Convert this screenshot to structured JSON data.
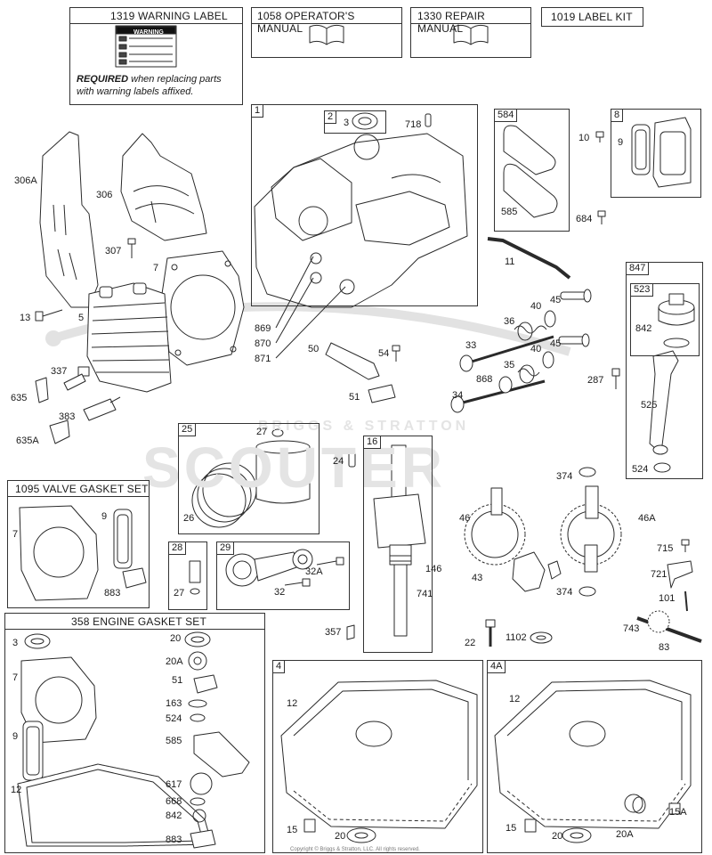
{
  "top_boxes": {
    "warning_label": "1319 WARNING LABEL",
    "operators_manual": "1058 OPERATOR'S MANUAL",
    "repair_manual": "1330 REPAIR MANUAL",
    "label_kit": "1019 LABEL KIT"
  },
  "warning_card": {
    "heading": "WARNING"
  },
  "warning_note": {
    "bold": "REQUIRED",
    "rest_line1": " when replacing parts",
    "line2": "with warning labels affixed."
  },
  "kits": {
    "valve_gasket_set": "1095 VALVE GASKET SET",
    "engine_gasket_set": "358 ENGINE GASKET SET"
  },
  "box_tags": {
    "b1": "1",
    "b2": "2",
    "b584": "584",
    "b8": "8",
    "b847": "847",
    "b523": "523",
    "b25": "25",
    "b16": "16",
    "b28": "28",
    "b29": "29",
    "b4": "4",
    "b4A": "4A"
  },
  "watermark": {
    "brand": "BRIGGS & STRATTON",
    "site": "SCOUTER"
  },
  "footer": "Copyright © Briggs & Stratton, LLC. All rights reserved.",
  "parts": {
    "p3a": "3",
    "p718": "718",
    "p306A": "306A",
    "p306": "306",
    "p307": "307",
    "p7a": "7",
    "p13": "13",
    "p5": "5",
    "p869": "869",
    "p870": "870",
    "p871": "871",
    "p337": "337",
    "p635": "635",
    "p383": "383",
    "p635A": "635A",
    "p10": "10",
    "p9a": "9",
    "p585a": "585",
    "p684": "684",
    "p11": "11",
    "p45a": "45",
    "p40a": "40",
    "p36": "36",
    "p33": "33",
    "p40b": "40",
    "p45b": "45",
    "p35": "35",
    "p868": "868",
    "p34": "34",
    "p50": "50",
    "p54": "54",
    "p51a": "51",
    "p842a": "842",
    "p287": "287",
    "p525": "525",
    "p524a": "524",
    "p27a": "27",
    "p24": "24",
    "p26": "26",
    "p374a": "374",
    "p46": "46",
    "p46A": "46A",
    "p7b": "7",
    "p9b": "9",
    "p883a": "883",
    "p27b": "27",
    "p32A": "32A",
    "p32": "32",
    "p146": "146",
    "p741": "741",
    "p43": "43",
    "p374b": "374",
    "p715": "715",
    "p721": "721",
    "p101": "101",
    "p743": "743",
    "p83": "83",
    "p357": "357",
    "p22": "22",
    "p1102": "1102",
    "p3b": "3",
    "p7c": "7",
    "p9c": "9",
    "p12a": "12",
    "p20a": "20",
    "p20A1": "20A",
    "p51b": "51",
    "p163": "163",
    "p524b": "524",
    "p585b": "585",
    "p617": "617",
    "p668": "668",
    "p842b": "842",
    "p883b": "883",
    "p12b": "12",
    "p15a": "15",
    "p20b": "20",
    "p12c": "12",
    "p15b": "15",
    "p20c": "20",
    "p20A2": "20A",
    "p15A": "15A"
  }
}
